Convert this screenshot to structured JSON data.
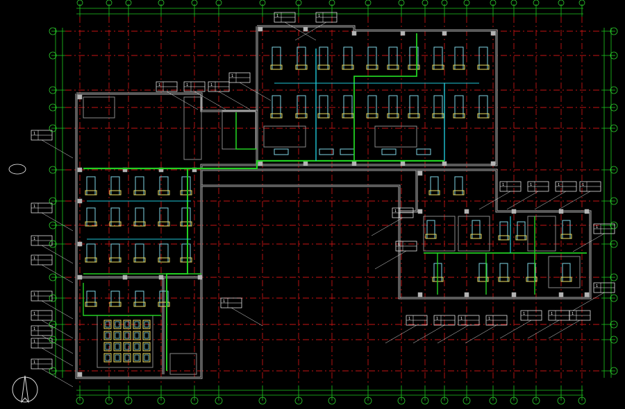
{
  "drawing": {
    "background": "#000000",
    "colors": {
      "grid_axis": "#c81414",
      "dimension": "#1fcc1f",
      "wall": "#b4b4b4",
      "wall_inner": "#8a8a8a",
      "equipment_body": "#7fd6e6",
      "equipment_accent": "#f0e060",
      "duct_main": "#22d022",
      "duct_branch": "#1fc8d8",
      "annotation_box": "#ffffff",
      "leader": "#e0e0e0",
      "axis_bubble": "#2ecc2e"
    },
    "icons": [
      "north-arrow-icon",
      "axis-bubble-icon",
      "air-terminal-icon"
    ],
    "annotations": [
      "1",
      "1",
      "1",
      "1",
      "1",
      "1"
    ]
  }
}
